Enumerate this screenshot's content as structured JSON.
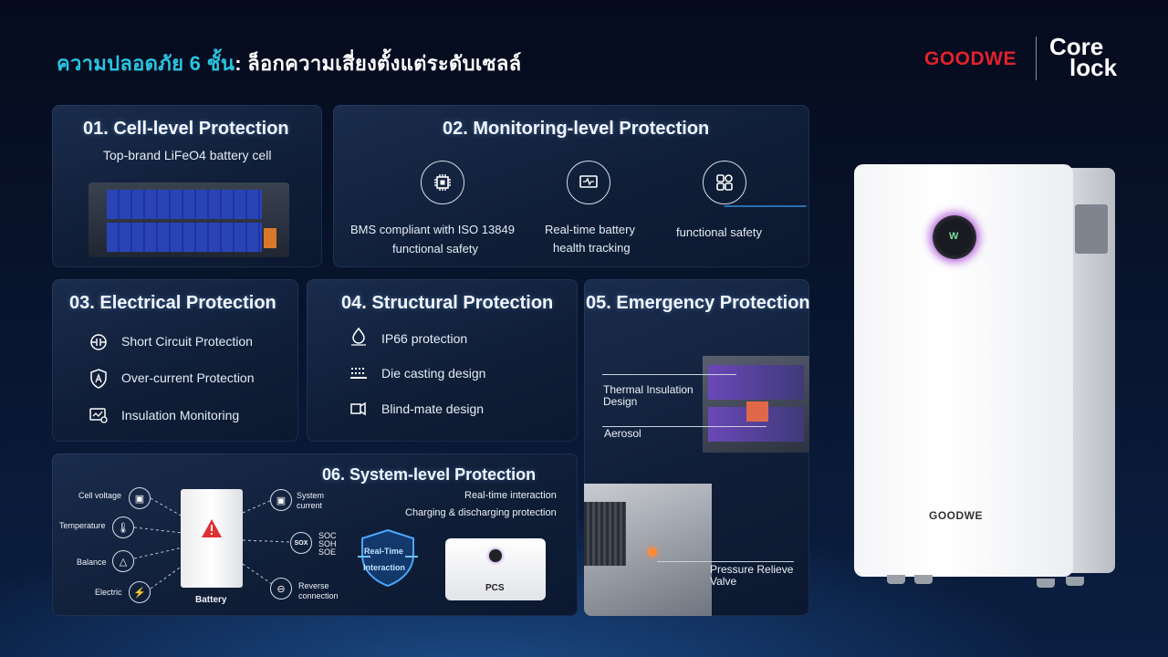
{
  "header": {
    "title_highlight": "ความปลอดภัย 6 ชั้น",
    "title_rest": ": ล็อกความเสี่ยงตั้งแต่ระดับเซลล์",
    "brand": "GOODWE",
    "sub_brand_line1": "Core",
    "sub_brand_line2": "lock"
  },
  "panel1": {
    "title": "01. Cell-level Protection",
    "subtitle": "Top-brand LiFeO4 battery cell"
  },
  "panel2": {
    "title": "02. Monitoring-level Protection",
    "items": [
      {
        "line1": "BMS compliant with ISO 13849",
        "line2": "functional safety",
        "icon": "chip-icon"
      },
      {
        "line1": "Real-time battery",
        "line2": "health tracking",
        "icon": "monitor-icon"
      },
      {
        "line1": "functional safety",
        "line2": "",
        "icon": "apps-icon"
      }
    ]
  },
  "panel3": {
    "title": "03. Electrical Protection",
    "items": [
      "Short Circuit Protection",
      "Over-current Protection",
      "Insulation Monitoring"
    ]
  },
  "panel4": {
    "title": "04. Structural Protection",
    "items": [
      "IP66 protection",
      "Die casting design",
      "Blind-mate design"
    ]
  },
  "panel5": {
    "title": "05. Emergency Protection",
    "labels": {
      "thermal1": "Thermal Insulation",
      "thermal2": "Design",
      "aerosol": "Aerosol",
      "valve1": "Pressure Relieve",
      "valve2": "Valve"
    }
  },
  "panel6": {
    "title": "06. System-level Protection",
    "sub1": "Real-time interaction",
    "sub2": "Charging & discharging protection",
    "left": [
      "Cell voltage",
      "Temperature",
      "Balance",
      "Electric"
    ],
    "system1": "System",
    "system2": "current",
    "sox": "SOX",
    "soc": "SOC",
    "soh": "SOH",
    "soe": "SOE",
    "reverse1": "Reverse",
    "reverse2": "connection",
    "battery_label": "Battery",
    "rt1": "Real-Time",
    "rt2": "Interaction",
    "pcs_label": "PCS"
  },
  "product": {
    "logo": "GOODWE",
    "screen_glyph": "W"
  },
  "colors": {
    "accent": "#29c4e0",
    "brand": "#e2232b"
  }
}
